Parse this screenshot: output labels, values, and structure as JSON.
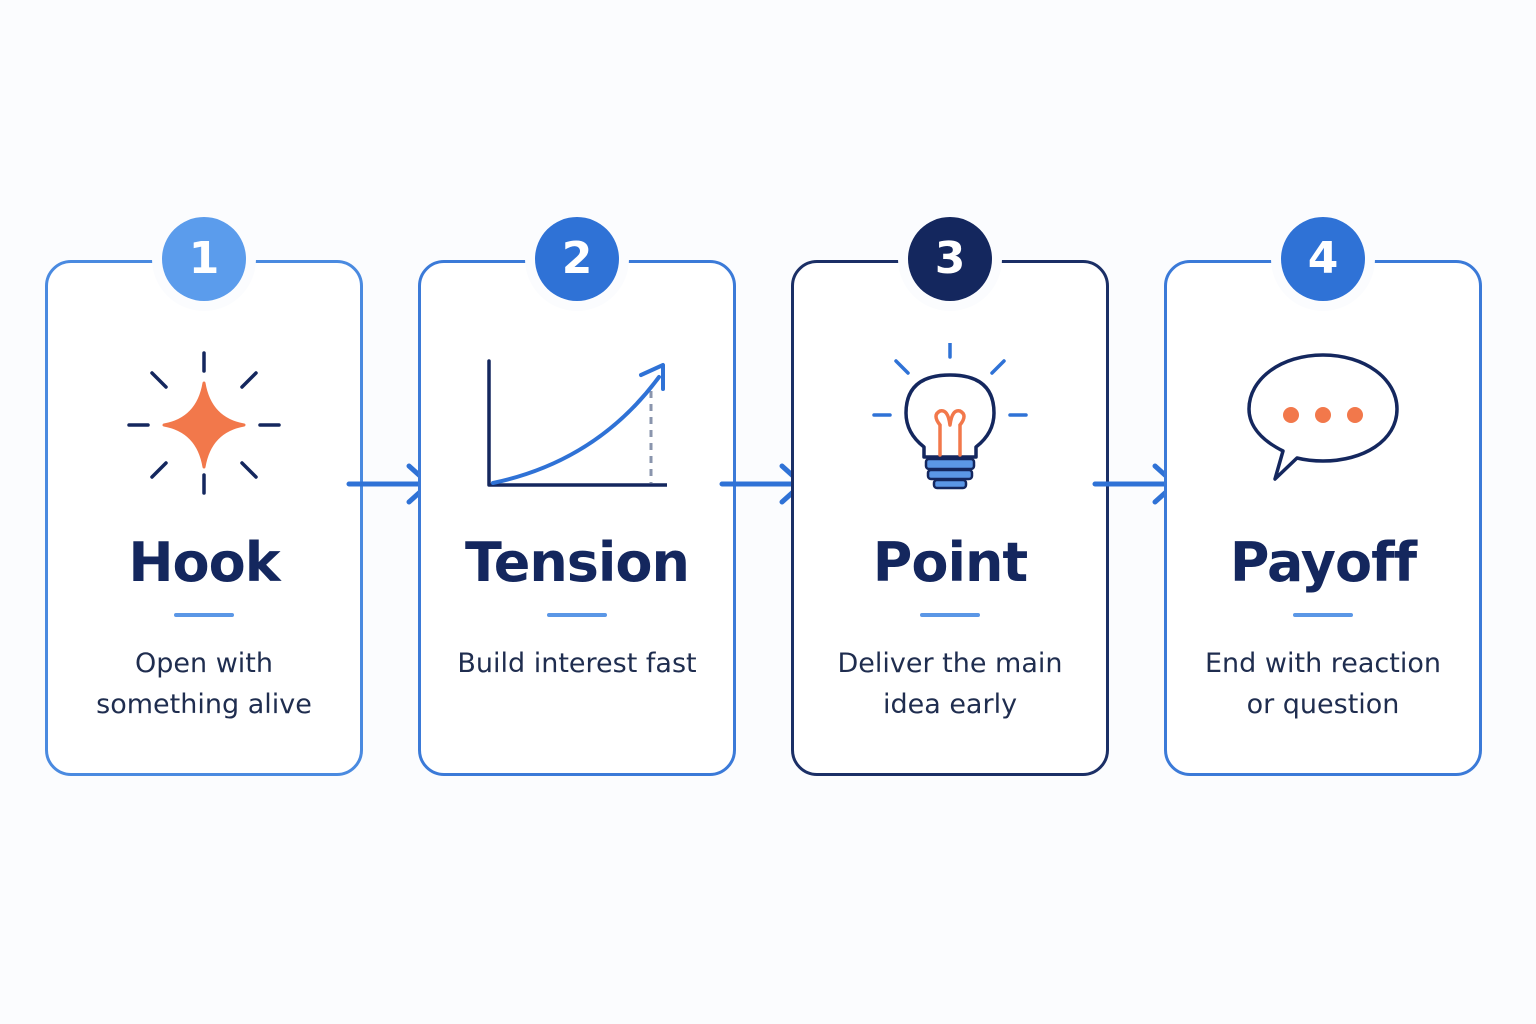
{
  "steps": [
    {
      "number": "1",
      "title": "Hook",
      "description": "Open with something alive",
      "icon": "sparkle-icon",
      "badge_color": "#5b9cec",
      "border_color": "#4a8ae0"
    },
    {
      "number": "2",
      "title": "Tension",
      "description": "Build interest fast",
      "icon": "rising-chart-icon",
      "badge_color": "#2f72d6",
      "border_color": "#3b7ad8"
    },
    {
      "number": "3",
      "title": "Point",
      "description": "Deliver the main idea early",
      "icon": "lightbulb-icon",
      "badge_color": "#14275e",
      "border_color": "#1b2f66"
    },
    {
      "number": "4",
      "title": "Payoff",
      "description": "End with reaction or question",
      "icon": "speech-bubble-icon",
      "badge_color": "#2f72d6",
      "border_color": "#3b7ad8"
    }
  ],
  "colors": {
    "navy": "#14275e",
    "blue": "#2f72d6",
    "light_blue": "#5b97e6",
    "accent_orange": "#f2784b"
  }
}
